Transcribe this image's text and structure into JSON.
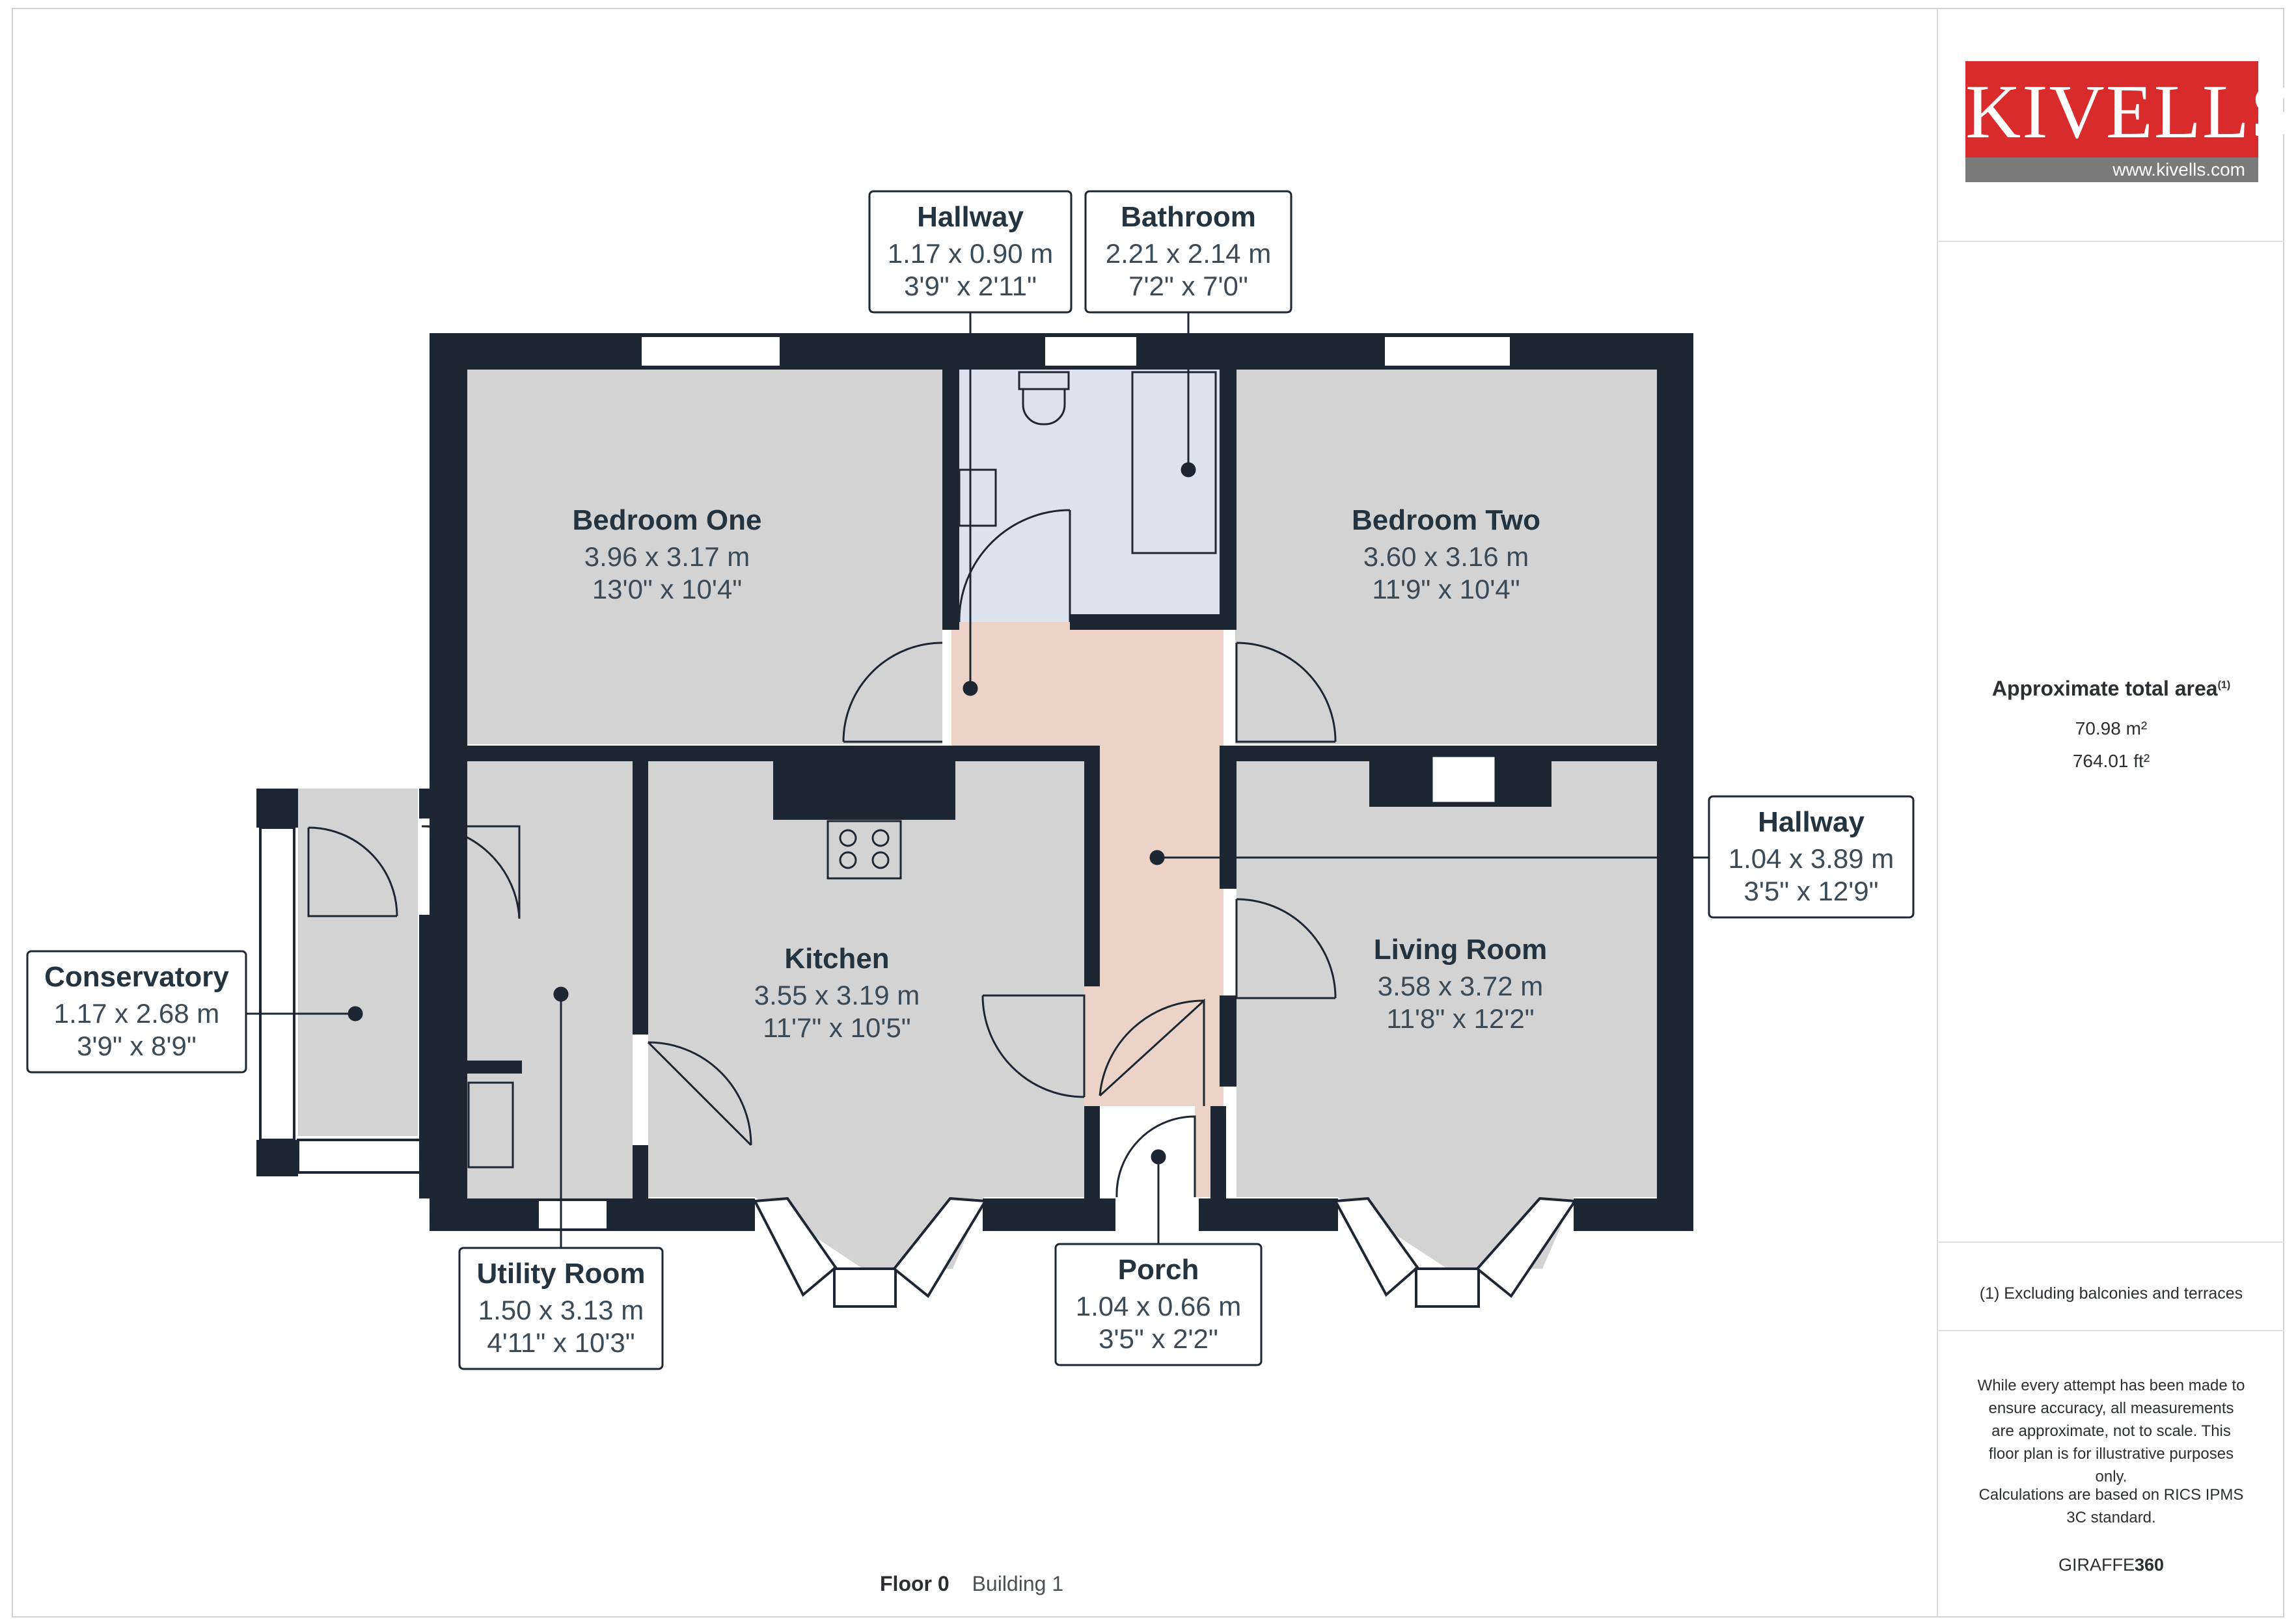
{
  "brand": {
    "name": "Kivells",
    "url": "www.kivells.com"
  },
  "area": {
    "title": "Approximate total area",
    "footnote_marker": "(1)",
    "m2": "70.98 m²",
    "ft2": "764.01 ft²"
  },
  "footnote": "(1) Excluding balconies and terraces",
  "disclaimer": "While every attempt has been made to ensure accuracy, all measurements are approximate, not to scale. This floor plan is for illustrative purposes only.",
  "calculations": "Calculations are based on RICS IPMS 3C standard.",
  "producer": {
    "prefix": "GIRAFFE",
    "suffix": "360"
  },
  "floor": {
    "label": "Floor 0",
    "building": "Building 1"
  },
  "rooms": {
    "bedroom_one": {
      "name": "Bedroom One",
      "metric": "3.96 x 3.17 m",
      "imperial": "13'0\" x 10'4\""
    },
    "bedroom_two": {
      "name": "Bedroom Two",
      "metric": "3.60 x 3.16 m",
      "imperial": "11'9\" x 10'4\""
    },
    "kitchen": {
      "name": "Kitchen",
      "metric": "3.55 x 3.19 m",
      "imperial": "11'7\" x 10'5\""
    },
    "living_room": {
      "name": "Living Room",
      "metric": "3.58 x 3.72 m",
      "imperial": "11'8\" x 12'2\""
    }
  },
  "callouts": {
    "hallway_top": {
      "name": "Hallway",
      "metric": "1.17 x 0.90 m",
      "imperial": "3'9\" x 2'11\""
    },
    "bathroom": {
      "name": "Bathroom",
      "metric": "2.21 x 2.14 m",
      "imperial": "7'2\" x 7'0\""
    },
    "hallway_right": {
      "name": "Hallway",
      "metric": "1.04 x 3.89 m",
      "imperial": "3'5\" x 12'9\""
    },
    "conservatory": {
      "name": "Conservatory",
      "metric": "1.17 x 2.68 m",
      "imperial": "3'9\" x 8'9\""
    },
    "utility": {
      "name": "Utility Room",
      "metric": "1.50 x 3.13 m",
      "imperial": "4'11\" x 10'3\""
    },
    "porch": {
      "name": "Porch",
      "metric": "1.04 x 0.66 m",
      "imperial": "3'5\" x 2'2\""
    }
  },
  "colors": {
    "wall": "#1c2733",
    "room_fill": "#d3d3d3",
    "bathroom_fill": "#dce3ef",
    "hallway_fill": "#ecd3c7",
    "brand_red": "#d92b2b"
  }
}
